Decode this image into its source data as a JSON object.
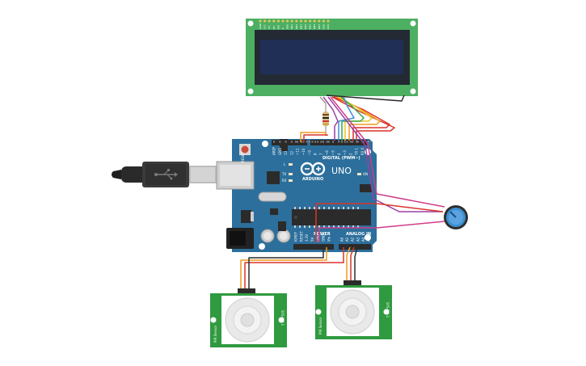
{
  "board": {
    "brand_label": "ARDUINO",
    "model_label": "UNO",
    "digital_header_label": "DIGITAL (PWM~)",
    "power_header_label": "POWER",
    "analog_header_label": "ANALOG IN",
    "reset_label": "RESET",
    "tx_label": "TX",
    "rx_label": "RX",
    "l_label": "L",
    "on_label": "ON",
    "digital_pins": [
      "AREF",
      "GND",
      "13",
      "12",
      "~11",
      "~10",
      "~9",
      "8",
      "7",
      "~6",
      "~5",
      "4",
      "~3",
      "2",
      "TX 1",
      "RX 0"
    ],
    "power_pins": [
      "IOREF",
      "RESET",
      "3.3V",
      "5V",
      "GND",
      "GND",
      "Vin"
    ],
    "analog_pins": [
      "A0",
      "A1",
      "A2",
      "A3",
      "A4",
      "A5"
    ],
    "color": "#2c6f9c"
  },
  "lcd": {
    "pin_labels": [
      "GND",
      "VCC",
      "V0",
      "RS",
      "RW",
      "E",
      "DB0",
      "DB1",
      "DB2",
      "DB3",
      "DB4",
      "DB5",
      "DB6",
      "DB7",
      "LED",
      "LED"
    ],
    "pcb_color": "#4caf62",
    "screen_color": "#1f2f55"
  },
  "sensors": [
    {
      "side_label_left": "PIR Sensor",
      "side_label_right": "SYS-PIR-1"
    },
    {
      "side_label_left": "PIR Sensor",
      "side_label_right": "SYS-PIR-1"
    }
  ],
  "wire_colors": {
    "red": "#d9342b",
    "orange": "#f19a1f",
    "yellow": "#e8c52a",
    "green": "#3aa84a",
    "blue": "#3d8fd1",
    "purple": "#9b3fa3",
    "magenta": "#cf3d8a",
    "black": "#2b2b2b"
  }
}
